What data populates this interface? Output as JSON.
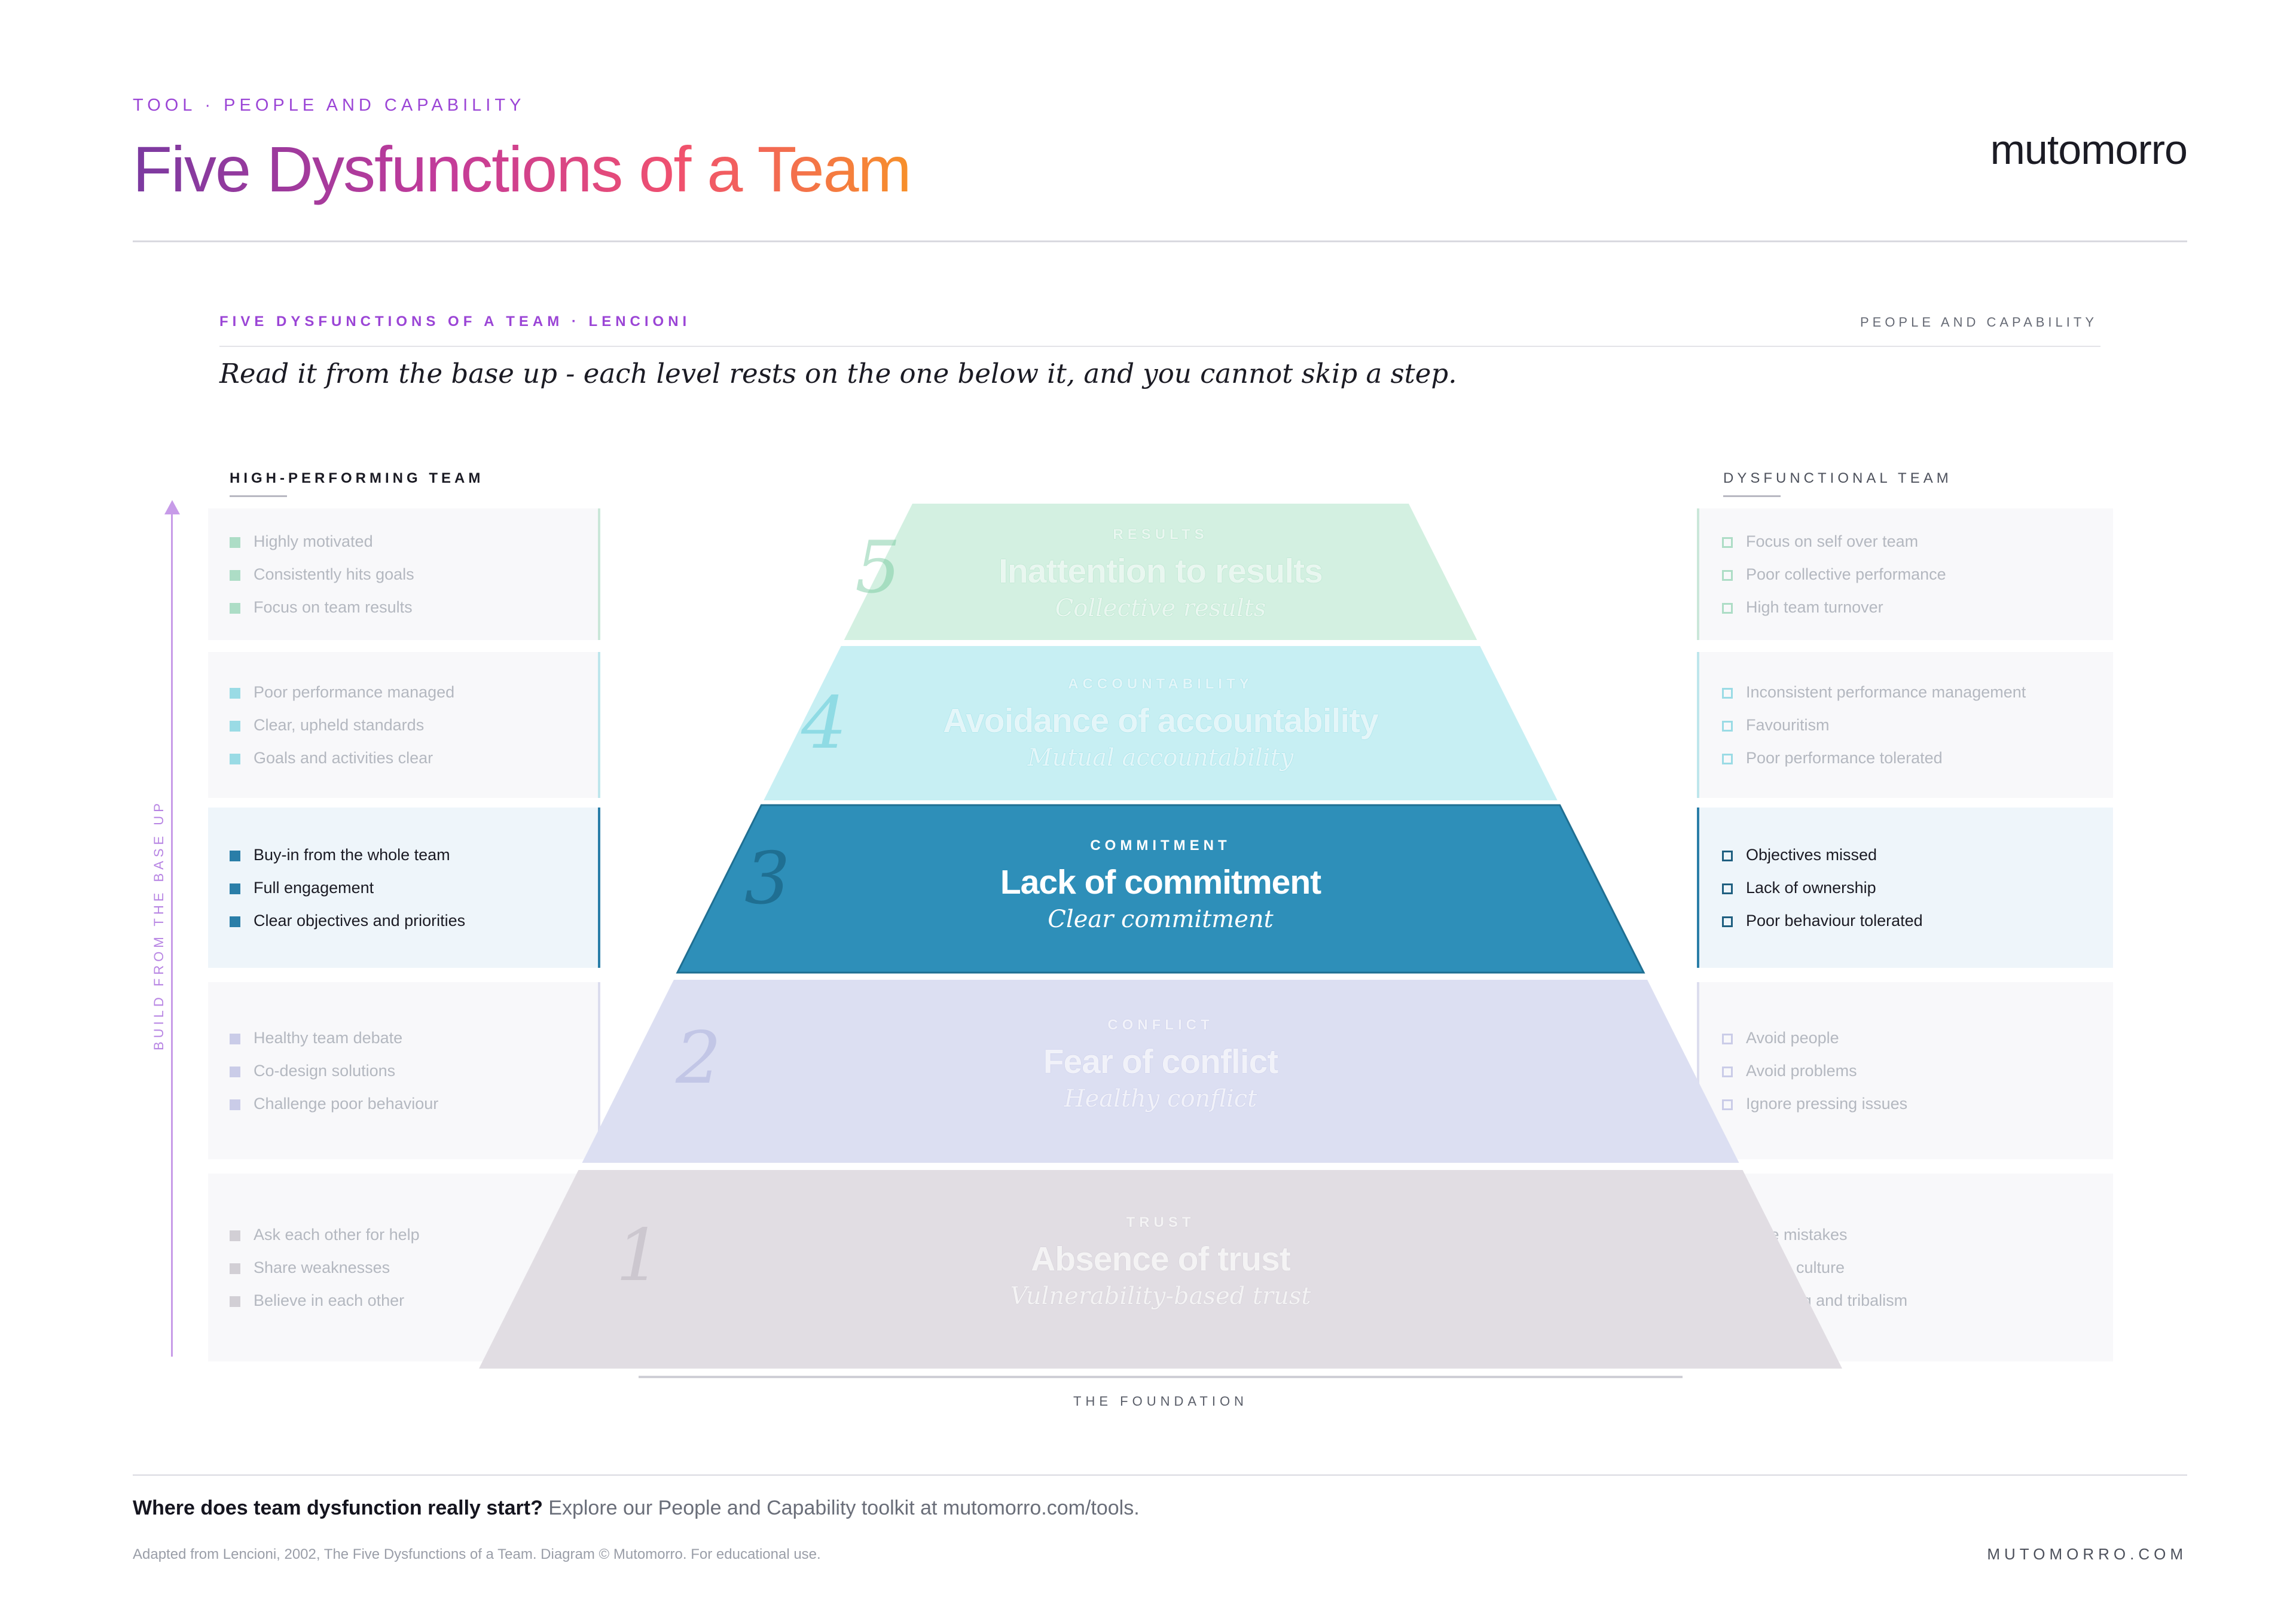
{
  "header": {
    "eyebrow": "TOOL · PEOPLE AND CAPABILITY",
    "title": "Five Dysfunctions of a Team",
    "brand": "mutomorro"
  },
  "diagram": {
    "sub_left": "FIVE DYSFUNCTIONS OF A TEAM · LENCIONI",
    "sub_right": "PEOPLE AND CAPABILITY",
    "lede": "Read it from the base up - each level rests on the one below it, and you cannot skip a step.",
    "left_heading": "HIGH-PERFORMING TEAM",
    "right_heading": "DYSFUNCTIONAL TEAM",
    "arrow_label": "BUILD FROM THE BASE UP",
    "foundation": "THE FOUNDATION",
    "highlighted_level": 3,
    "levels": [
      {
        "number": "5",
        "category": "RESULTS",
        "dysfunction": "Inattention to results",
        "positive": "Collective results",
        "color": "#d3f0e1",
        "accent": "#6fc79a",
        "high": [
          "Highly motivated",
          "Consistently hits goals",
          "Focus on team results"
        ],
        "low": [
          "Focus on self over team",
          "Poor collective performance",
          "High team turnover"
        ]
      },
      {
        "number": "4",
        "category": "ACCOUNTABILITY",
        "dysfunction": "Avoidance of accountability",
        "positive": "Mutual accountability",
        "color": "#c7eff3",
        "accent": "#4cc3d3",
        "high": [
          "Poor performance managed",
          "Clear, upheld standards",
          "Goals and activities clear"
        ],
        "low": [
          "Inconsistent performance management",
          "Favouritism",
          "Poor performance tolerated"
        ]
      },
      {
        "number": "3",
        "category": "COMMITMENT",
        "dysfunction": "Lack of commitment",
        "positive": "Clear commitment",
        "color": "#2e8fb9",
        "accent": "#2a7ea8",
        "high": [
          "Buy-in from the whole team",
          "Full engagement",
          "Clear objectives and priorities"
        ],
        "low": [
          "Objectives missed",
          "Lack of ownership",
          "Poor behaviour tolerated"
        ]
      },
      {
        "number": "2",
        "category": "CONFLICT",
        "dysfunction": "Fear of conflict",
        "positive": "Healthy conflict",
        "color": "#dcdff2",
        "accent": "#a4a8d8",
        "high": [
          "Healthy team debate",
          "Co-design solutions",
          "Challenge poor behaviour"
        ],
        "low": [
          "Avoid people",
          "Avoid problems",
          "Ignore pressing issues"
        ]
      },
      {
        "number": "1",
        "category": "TRUST",
        "dysfunction": "Absence of trust",
        "positive": "Vulnerability-based trust",
        "color": "#e1dde3",
        "accent": "#b3adb7",
        "high": [
          "Ask each other for help",
          "Share weaknesses",
          "Believe in each other"
        ],
        "low": [
          "Hide mistakes",
          "Blame culture",
          "Infighting and tribalism"
        ]
      }
    ]
  },
  "footer": {
    "cta_bold": "Where does team dysfunction really start?",
    "cta_rest": " Explore our People and Capability toolkit at mutomorro.com/tools.",
    "credit": "Adapted from Lencioni, 2002, The Five Dysfunctions of a Team. Diagram © Mutomorro. For educational use.",
    "site": "MUTOMORRO.COM"
  }
}
